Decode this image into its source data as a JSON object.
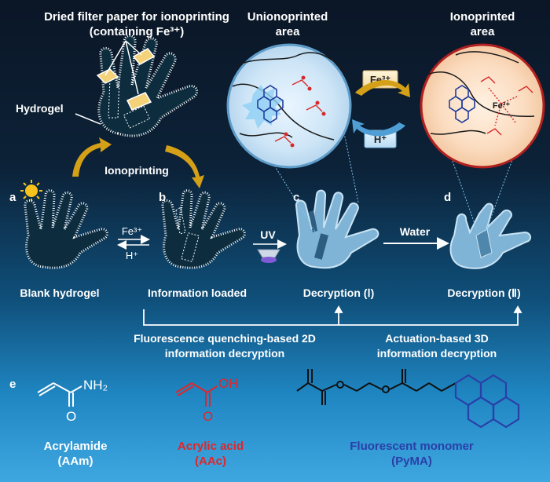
{
  "header": {
    "filter_paper_line1": "Dried filter paper for ionoprinting",
    "filter_paper_line2": "(containing Fe³⁺)",
    "unionoprinted_line1": "Unionoprinted",
    "unionoprinted_line2": "area",
    "ionoprinted_line1": "Ionoprinted",
    "ionoprinted_line2": "area"
  },
  "labels": {
    "hydrogel": "Hydrogel",
    "ionoprinting": "Ionoprinting",
    "fe3_top": "Fe³⁺",
    "h_top": "H⁺",
    "fe3_mid": "Fe³⁺",
    "h_mid": "H⁺",
    "uv": "UV",
    "water": "Water",
    "fe3_complex": "Fe³⁺"
  },
  "panels": {
    "a": "a",
    "b": "b",
    "c": "c",
    "d": "d",
    "e": "e"
  },
  "captions": {
    "blank": "Blank hydrogel",
    "loaded": "Information loaded",
    "decryption1": "Decryption (Ⅰ)",
    "decryption2": "Decryption (Ⅱ)"
  },
  "bottom_text": {
    "fluor_line1": "Fluorescence quenching-based 2D",
    "fluor_line2": "information decryption",
    "actuation_line1": "Actuation-based 3D",
    "actuation_line2": "information decryption"
  },
  "chemistry": {
    "nh2": "NH₂",
    "o_amide": "O",
    "oh": "OH",
    "o_acid": "O",
    "acrylamide": "Acrylamide",
    "aam": "(AAm)",
    "acrylic_acid": "Acrylic acid",
    "aac": "(AAc)",
    "fluorescent": "Fluorescent monomer",
    "pyma": "(PyMA)"
  },
  "colors": {
    "acrylic_acid": "#e0262b",
    "fluorescent": "#2a3fa8",
    "arrow_gold": "#d4a017"
  }
}
